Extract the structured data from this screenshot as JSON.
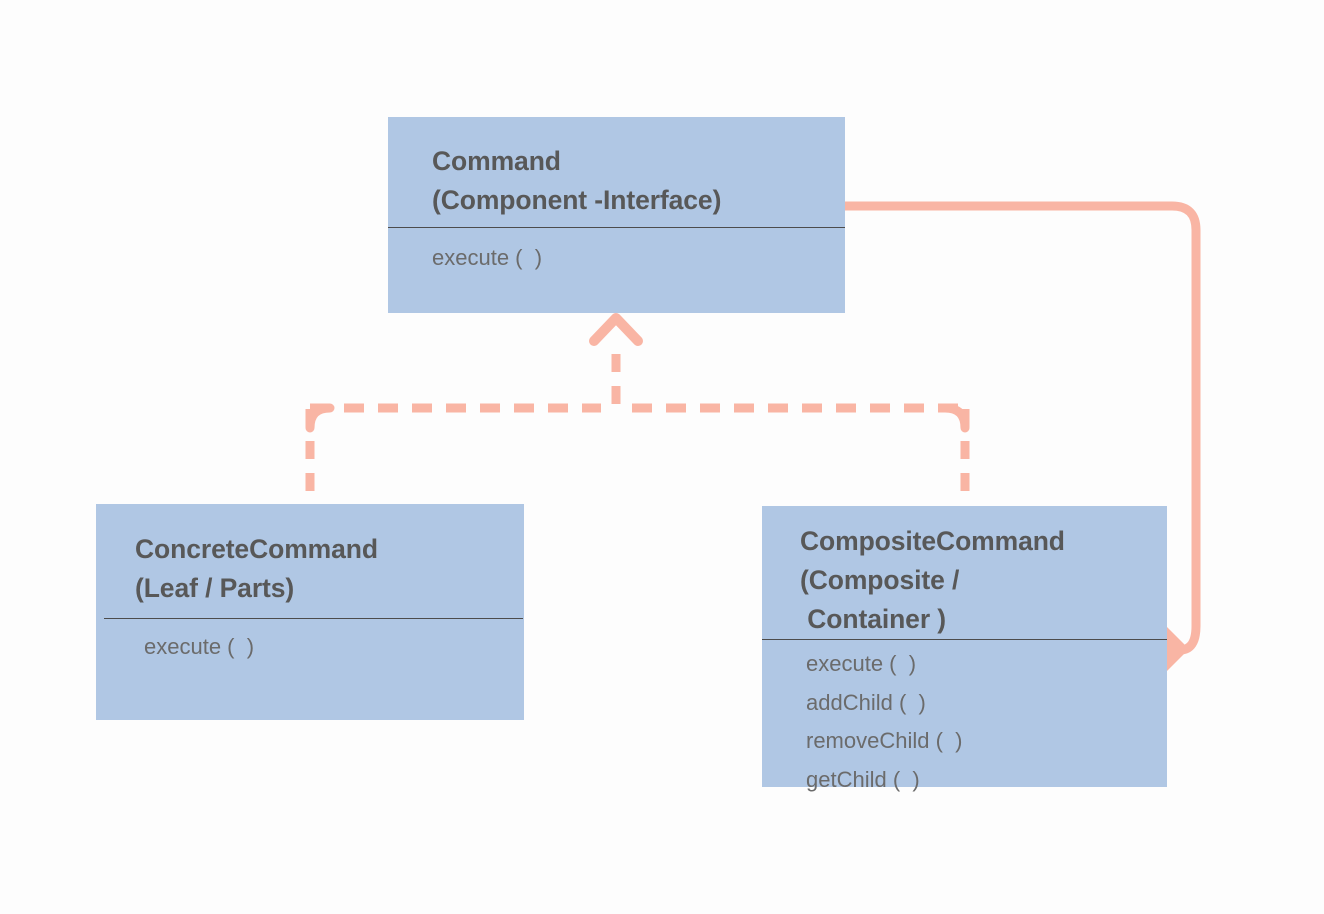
{
  "diagram": {
    "title": "Command pattern composite UML class diagram",
    "background_color": "#fdfdfd",
    "class_fill_color": "#b0c7e4",
    "connector_color": "#f9b5a4",
    "text_color": "#585858",
    "member_text_color": "#6b6b6b",
    "divider_color": "#4c4c4c"
  },
  "classes": {
    "command": {
      "name": "Command",
      "stereotype": "(Component -Interface)",
      "members": [
        "execute (  )"
      ]
    },
    "concrete_command": {
      "name": "ConcreteCommand",
      "stereotype": "(Leaf / Parts)",
      "members": [
        "execute (  )"
      ]
    },
    "composite_command": {
      "name": "CompositeCommand",
      "stereotype_line1": "(Composite /",
      "stereotype_line2": " Container )",
      "members": [
        "execute (  )",
        "addChild (  )",
        "removeChild (  )",
        "getChild (  )"
      ]
    }
  },
  "relationships": [
    {
      "kind": "realization",
      "from": "concrete_command",
      "to": "command",
      "line_style": "dashed",
      "arrowhead": "open-triangle"
    },
    {
      "kind": "realization",
      "from": "composite_command",
      "to": "command",
      "line_style": "dashed",
      "arrowhead": "open-triangle"
    },
    {
      "kind": "aggregation",
      "from": "command",
      "to": "composite_command",
      "line_style": "solid",
      "arrowhead": "filled-diamond"
    }
  ]
}
